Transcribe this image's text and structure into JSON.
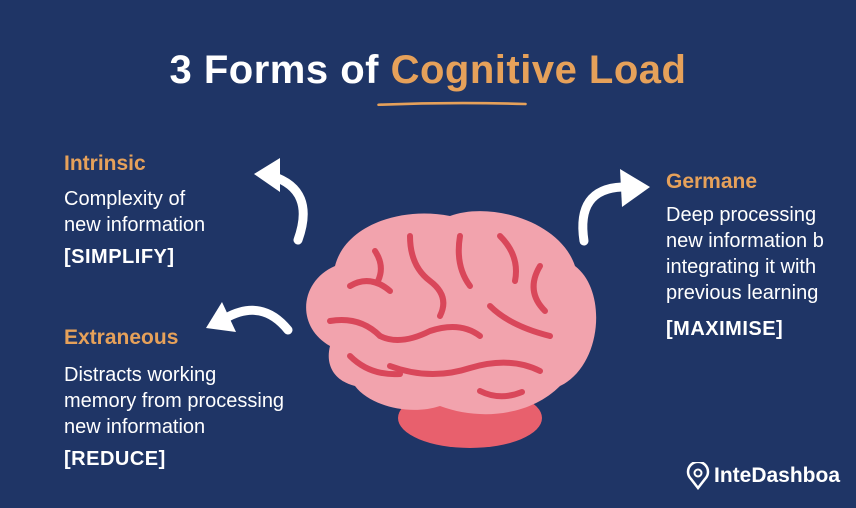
{
  "title": {
    "part1": "3 Forms of ",
    "part2": "Cognitive Load"
  },
  "intrinsic": {
    "label": "Intrinsic",
    "desc": "Complexity of\nnew information",
    "action": "[SIMPLIFY]"
  },
  "extraneous": {
    "label": "Extraneous",
    "desc": "Distracts working\nmemory from processing\nnew information",
    "action": "[REDUCE]"
  },
  "germane": {
    "label": "Germane",
    "desc": "Deep processing\nnew information b\nintegrating it with\nprevious learning",
    "action": "[MAXIMISE]"
  },
  "brand": {
    "name": "InteDashboa",
    "icon": "brain-pin-logo-icon"
  },
  "colors": {
    "background": "#1f3566",
    "accent": "#e6a15a",
    "brain": "#f2a3ad",
    "brain_lines": "#d9475a",
    "cerebellum": "#e8606d"
  }
}
